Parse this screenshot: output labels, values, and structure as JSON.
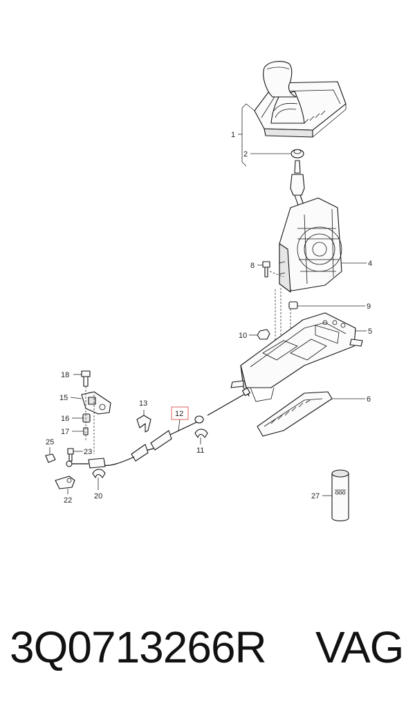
{
  "callouts": {
    "c1": "1",
    "c2": "2",
    "c4": "4",
    "c5": "5",
    "c6": "6",
    "c8": "8",
    "c9": "9",
    "c10": "10",
    "c11": "11",
    "c12": "12",
    "c13": "13",
    "c15": "15",
    "c16": "16",
    "c17": "17",
    "c18": "18",
    "c20": "20",
    "c22": "22",
    "c23": "23",
    "c25": "25",
    "c27": "27"
  },
  "highlight_color": "#e06060",
  "footer": {
    "part_number": "3Q0713266R",
    "brand": "VAG"
  }
}
